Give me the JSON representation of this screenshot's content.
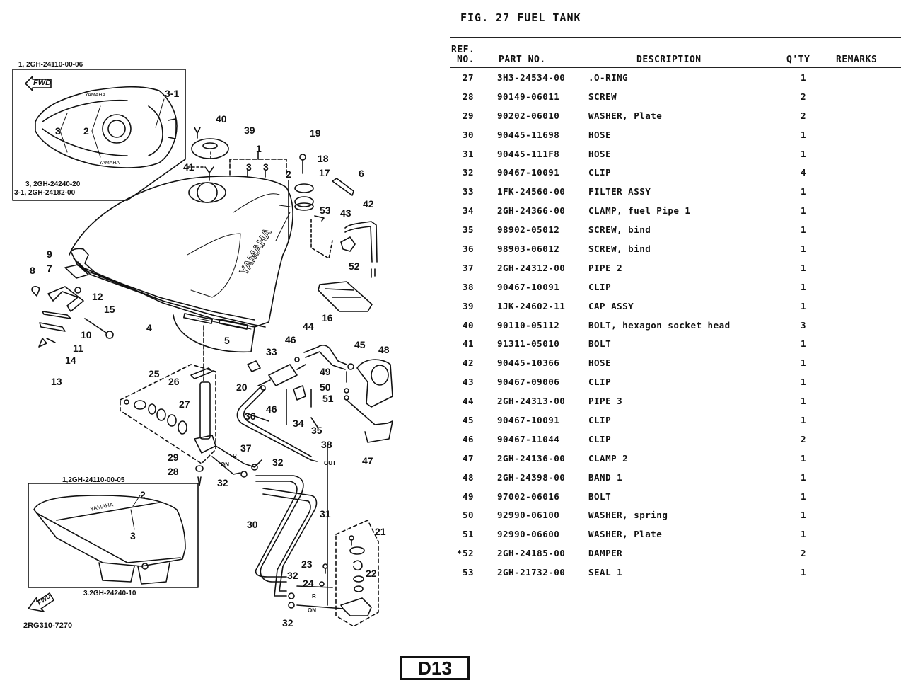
{
  "figure": {
    "title": "FIG. 27  FUEL TANK",
    "page_code": "D13",
    "drawing_number": "2RG310-7270"
  },
  "table": {
    "headers": {
      "ref_no_line1": "REF.",
      "ref_no_line2": "NO.",
      "part_no": "PART NO.",
      "description": "DESCRIPTION",
      "qty": "Q'TY",
      "remarks": "REMARKS"
    },
    "rows": [
      {
        "ref": "27",
        "part_no": "3H3-24534-00",
        "description": ".O-RING",
        "qty": "1",
        "remarks": ""
      },
      {
        "ref": "28",
        "part_no": "90149-06011",
        "description": "SCREW",
        "qty": "2",
        "remarks": ""
      },
      {
        "ref": "29",
        "part_no": "90202-06010",
        "description": "WASHER, Plate",
        "qty": "2",
        "remarks": ""
      },
      {
        "ref": "30",
        "part_no": "90445-11698",
        "description": "HOSE",
        "qty": "1",
        "remarks": ""
      },
      {
        "ref": "31",
        "part_no": "90445-111F8",
        "description": "HOSE",
        "qty": "1",
        "remarks": ""
      },
      {
        "ref": "32",
        "part_no": "90467-10091",
        "description": "CLIP",
        "qty": "4",
        "remarks": ""
      },
      {
        "ref": "33",
        "part_no": "1FK-24560-00",
        "description": "FILTER ASSY",
        "qty": "1",
        "remarks": ""
      },
      {
        "ref": "34",
        "part_no": "2GH-24366-00",
        "description": "CLAMP, fuel Pipe 1",
        "qty": "1",
        "remarks": ""
      },
      {
        "ref": "35",
        "part_no": "98902-05012",
        "description": "SCREW, bind",
        "qty": "1",
        "remarks": ""
      },
      {
        "ref": "36",
        "part_no": "98903-06012",
        "description": "SCREW, bind",
        "qty": "1",
        "remarks": ""
      },
      {
        "ref": "37",
        "part_no": "2GH-24312-00",
        "description": "PIPE 2",
        "qty": "1",
        "remarks": ""
      },
      {
        "ref": "38",
        "part_no": "90467-10091",
        "description": "CLIP",
        "qty": "1",
        "remarks": ""
      },
      {
        "ref": "39",
        "part_no": "1JK-24602-11",
        "description": "CAP ASSY",
        "qty": "1",
        "remarks": ""
      },
      {
        "ref": "40",
        "part_no": "90110-05112",
        "description": "BOLT, hexagon socket head",
        "qty": "3",
        "remarks": ""
      },
      {
        "ref": "41",
        "part_no": "91311-05010",
        "description": "BOLT",
        "qty": "1",
        "remarks": ""
      },
      {
        "ref": "42",
        "part_no": "90445-10366",
        "description": "HOSE",
        "qty": "1",
        "remarks": ""
      },
      {
        "ref": "43",
        "part_no": "90467-09006",
        "description": "CLIP",
        "qty": "1",
        "remarks": ""
      },
      {
        "ref": "44",
        "part_no": "2GH-24313-00",
        "description": "PIPE 3",
        "qty": "1",
        "remarks": ""
      },
      {
        "ref": "45",
        "part_no": "90467-10091",
        "description": "CLIP",
        "qty": "1",
        "remarks": ""
      },
      {
        "ref": "46",
        "part_no": "90467-11044",
        "description": "CLIP",
        "qty": "2",
        "remarks": ""
      },
      {
        "ref": "47",
        "part_no": "2GH-24136-00",
        "description": "CLAMP 2",
        "qty": "1",
        "remarks": ""
      },
      {
        "ref": "48",
        "part_no": "2GH-24398-00",
        "description": "BAND 1",
        "qty": "1",
        "remarks": ""
      },
      {
        "ref": "49",
        "part_no": "97002-06016",
        "description": "BOLT",
        "qty": "1",
        "remarks": ""
      },
      {
        "ref": "50",
        "part_no": "92990-06100",
        "description": "WASHER, spring",
        "qty": "1",
        "remarks": ""
      },
      {
        "ref": "51",
        "part_no": "92990-06600",
        "description": "WASHER, Plate",
        "qty": "1",
        "remarks": ""
      },
      {
        "ref": "*52",
        "part_no": "2GH-24185-00",
        "description": "DAMPER",
        "qty": "2",
        "remarks": ""
      },
      {
        "ref": "53",
        "part_no": "2GH-21732-00",
        "description": "SEAL 1",
        "qty": "1",
        "remarks": ""
      }
    ]
  },
  "diagram": {
    "inset_top": {
      "header": "1, 2GH-24110-00-06",
      "footer_line1": "3, 2GH-24240-20",
      "footer_line2": "3-1, 2GH-24182-00",
      "fwd_label": "FWD",
      "callouts": [
        "3-1",
        "3",
        "2"
      ],
      "brand_text": "YAMAHA"
    },
    "inset_bottom": {
      "header": "1,2GH-24110-00-05",
      "footer": "3.2GH-24240-10",
      "callouts": [
        "2",
        "3"
      ],
      "brand_text": "YAMAHA"
    },
    "fwd_arrow_label": "FWD",
    "brand_text": "YAMAHA",
    "flow_labels": {
      "r_upper": "R",
      "on_upper": "ON",
      "out": "OUT",
      "r_lower": "R",
      "on_lower": "ON"
    },
    "callouts": [
      {
        "id": "c40",
        "text": "40"
      },
      {
        "id": "c39",
        "text": "39"
      },
      {
        "id": "c41",
        "text": "41"
      },
      {
        "id": "c1",
        "text": "1"
      },
      {
        "id": "c3a",
        "text": "3"
      },
      {
        "id": "c3b",
        "text": "3"
      },
      {
        "id": "c2",
        "text": "2"
      },
      {
        "id": "c19",
        "text": "19"
      },
      {
        "id": "c18",
        "text": "18"
      },
      {
        "id": "c17",
        "text": "17"
      },
      {
        "id": "c6",
        "text": "6"
      },
      {
        "id": "c53",
        "text": "53"
      },
      {
        "id": "c43",
        "text": "43"
      },
      {
        "id": "c42",
        "text": "42"
      },
      {
        "id": "c52",
        "text": "52"
      },
      {
        "id": "c16",
        "text": "16"
      },
      {
        "id": "c9",
        "text": "9"
      },
      {
        "id": "c8",
        "text": "8"
      },
      {
        "id": "c7",
        "text": "7"
      },
      {
        "id": "c12",
        "text": "12"
      },
      {
        "id": "c15",
        "text": "15"
      },
      {
        "id": "c4",
        "text": "4"
      },
      {
        "id": "c5",
        "text": "5"
      },
      {
        "id": "c10",
        "text": "10"
      },
      {
        "id": "c11",
        "text": "11"
      },
      {
        "id": "c14",
        "text": "14"
      },
      {
        "id": "c13",
        "text": "13"
      },
      {
        "id": "c44",
        "text": "44"
      },
      {
        "id": "c46a",
        "text": "46"
      },
      {
        "id": "c45",
        "text": "45"
      },
      {
        "id": "c48",
        "text": "48"
      },
      {
        "id": "c33",
        "text": "33"
      },
      {
        "id": "c49",
        "text": "49"
      },
      {
        "id": "c50",
        "text": "50"
      },
      {
        "id": "c51",
        "text": "51"
      },
      {
        "id": "c20",
        "text": "20"
      },
      {
        "id": "c46b",
        "text": "46"
      },
      {
        "id": "c36",
        "text": "36"
      },
      {
        "id": "c34",
        "text": "34"
      },
      {
        "id": "c35",
        "text": "35"
      },
      {
        "id": "c47",
        "text": "47"
      },
      {
        "id": "c25",
        "text": "25"
      },
      {
        "id": "c26",
        "text": "26"
      },
      {
        "id": "c27",
        "text": "27"
      },
      {
        "id": "c37",
        "text": "37"
      },
      {
        "id": "c38",
        "text": "38"
      },
      {
        "id": "c29",
        "text": "29"
      },
      {
        "id": "c28",
        "text": "28"
      },
      {
        "id": "c32a",
        "text": "32"
      },
      {
        "id": "c32b",
        "text": "32"
      },
      {
        "id": "c30",
        "text": "30"
      },
      {
        "id": "c31",
        "text": "31"
      },
      {
        "id": "c21",
        "text": "21"
      },
      {
        "id": "c23",
        "text": "23"
      },
      {
        "id": "c22",
        "text": "22"
      },
      {
        "id": "c24",
        "text": "24"
      },
      {
        "id": "c32c",
        "text": "32"
      },
      {
        "id": "c32d",
        "text": "32"
      }
    ]
  }
}
